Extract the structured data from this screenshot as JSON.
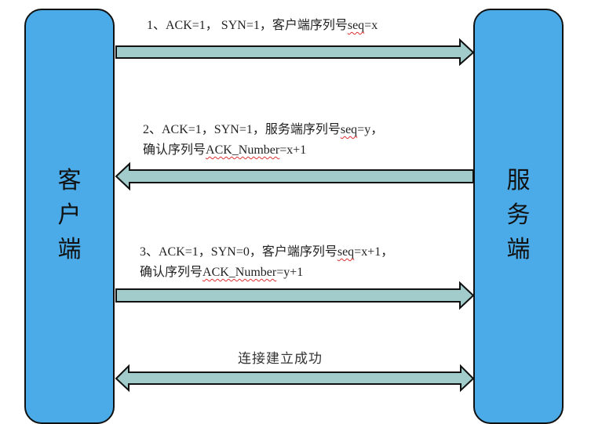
{
  "diagram": {
    "title": "TCP three-way handshake",
    "colors": {
      "node_fill": "#4aabe8",
      "node_border": "#111111",
      "arrow_fill": "#a2cccb",
      "arrow_border": "#111111",
      "spellcheck_underline": "#e03030"
    },
    "nodes": {
      "client": {
        "label_chars": [
          "客",
          "户",
          "端"
        ]
      },
      "server": {
        "label_chars": [
          "服",
          "务",
          "端"
        ]
      }
    },
    "steps": [
      {
        "direction": "client-to-server",
        "line1_prefix": "1、ACK=1， SYN=1，客户端序列号",
        "line1_term": "seq",
        "line1_suffix": "=x",
        "line2_prefix": "",
        "line2_term": "",
        "line2_suffix": ""
      },
      {
        "direction": "server-to-client",
        "line1_prefix": "2、ACK=1，SYN=1，服务端序列号",
        "line1_term": "seq",
        "line1_suffix": "=y，",
        "line2_prefix": "确认序列号",
        "line2_term": "ACK_Number",
        "line2_suffix": "=x+1"
      },
      {
        "direction": "client-to-server",
        "line1_prefix": "3、ACK=1，SYN=0，客户端序列号",
        "line1_term": "seq",
        "line1_suffix": "=x+1，",
        "line2_prefix": "确认序列号",
        "line2_term": "ACK_Number",
        "line2_suffix": "=y+1"
      }
    ],
    "final": {
      "direction": "bidirectional",
      "label": "连接建立成功"
    }
  }
}
